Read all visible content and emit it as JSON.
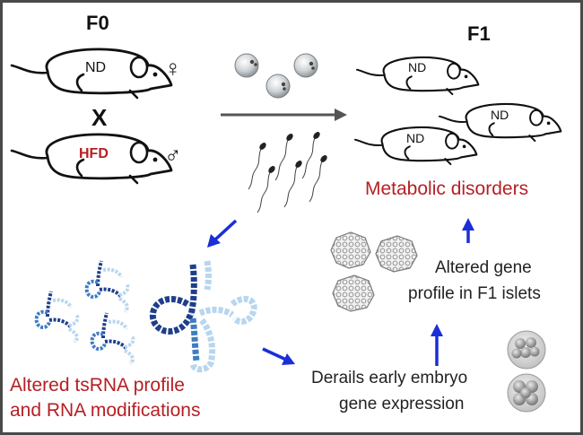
{
  "labels": {
    "f0": "F0",
    "f1": "F1",
    "cross": "X",
    "female_symbol": "♀",
    "male_symbol": "♂",
    "mother_diet": "ND",
    "father_diet": "HFD",
    "offspring_diet": "ND"
  },
  "outcomes": {
    "metabolic": "Metabolic disorders",
    "islets_line1": "Altered gene",
    "islets_line2": "profile in F1 islets",
    "embryo_line1": "Derails early embryo",
    "embryo_line2": "gene expression",
    "tsrna_line1": "Altered tsRNA profile",
    "tsrna_line2": "and RNA modifications"
  },
  "colors": {
    "accent_red": "#b51f24",
    "arrow_blue": "#1a2fd6",
    "main_arrow": "#555555",
    "rna_dark": "#1f3e8c",
    "rna_mid": "#3f7cc4",
    "rna_light": "#b8d6ef"
  }
}
